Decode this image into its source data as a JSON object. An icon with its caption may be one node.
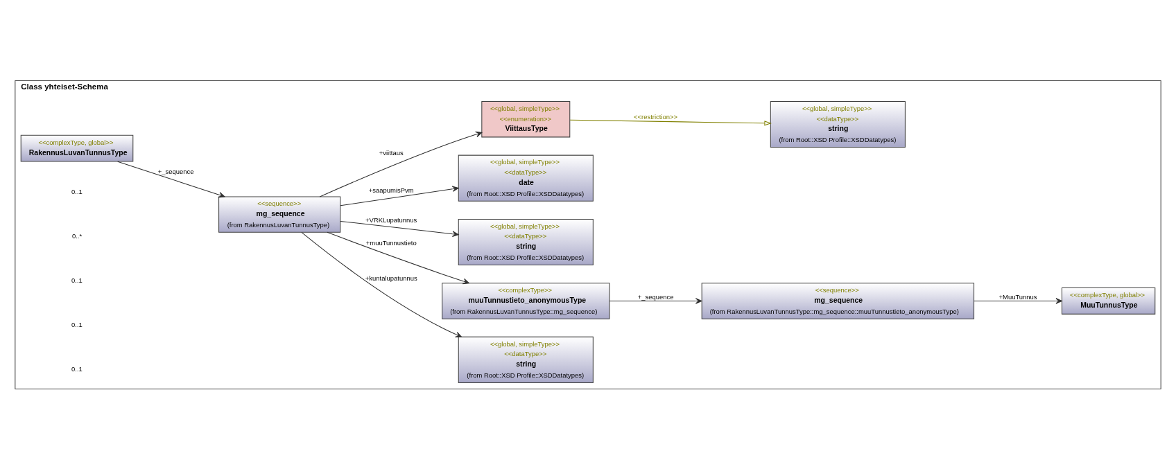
{
  "diagram": {
    "nodes": [
      {
        "text": [
          "Class yhteiset-Schema"
        ]
      },
      {
        "text": [
          "<<complexType, global>>",
          "RakennusLuvanTunnusType"
        ],
        "in": 0
      },
      {
        "text": [
          "<<sequence>>",
          "mg_sequence",
          "(from RakennusLuvanTunnusType)"
        ],
        "in": 0
      },
      {
        "text": [
          "<<global, simpleType>>",
          "<<dataType>>",
          "string",
          "(from Root::XSD Profile::XSDDatatypes)"
        ],
        "in": 0
      },
      {
        "text": [
          "<<complexType>>",
          "muuTunnustieto_anonymousType",
          "(from RakennusLuvanTunnusType::mg_sequence)"
        ],
        "in": 0
      },
      {
        "text": [
          "<<sequence>>",
          "mg_sequence",
          "(from RakennusLuvanTunnusType::mg_sequence::muuTunnustieto_anonymousType)"
        ],
        "in": 0
      },
      {
        "text": [
          "<<complexType, global>>",
          "MuuTunnusType"
        ],
        "in": 0
      },
      {
        "text": [
          "<<global, simpleType>>",
          "<<dataType>>",
          "string",
          "(from Root::XSD Profile::XSDDatatypes)"
        ],
        "in": 0
      },
      {
        "text": [
          "<<global, simpleType>>",
          "<<dataType>>",
          "date",
          "(from Root::XSD Profile::XSDDatatypes)"
        ],
        "in": 0
      },
      {
        "text": [
          "<<global, simpleType>>",
          "<<dataType>>",
          "string",
          "(from Root::XSD Profile::XSDDatatypes)"
        ],
        "in": 0
      },
      {
        "text": [
          "<<global, simpleType>>",
          "<<enumeration>>",
          "ViittausType"
        ],
        "in": 0
      }
    ],
    "edges": [
      {
        "from": 1,
        "to": 2,
        "arrow": "to",
        "label": "+_sequence"
      },
      {
        "from": 2,
        "to": 3,
        "arrow": "to",
        "label": "+kuntalupatunnus"
      },
      {
        "from": 2,
        "to": 4,
        "arrow": "to",
        "label": "+muuTunnustieto"
      },
      {
        "from": 4,
        "to": 5,
        "arrow": "to",
        "label": "+_sequence"
      },
      {
        "from": 5,
        "to": 6,
        "arrow": "to",
        "label": "+MuuTunnus"
      },
      {
        "from": 2,
        "to": 7,
        "arrow": "to",
        "label": "+VRKLupatunnus"
      },
      {
        "from": 2,
        "to": 8,
        "arrow": "to",
        "label": "+saapumisPvm"
      },
      {
        "from": 2,
        "to": 10,
        "arrow": "to",
        "label": "+viittaus"
      },
      {
        "from": 10,
        "to": 9,
        "arrow": "to",
        "label": "<<restriction>>",
        "color": "#808000"
      }
    ],
    "labels": [
      "0..1",
      "0..*",
      "0..1",
      "0..1",
      "0..1"
    ]
  }
}
